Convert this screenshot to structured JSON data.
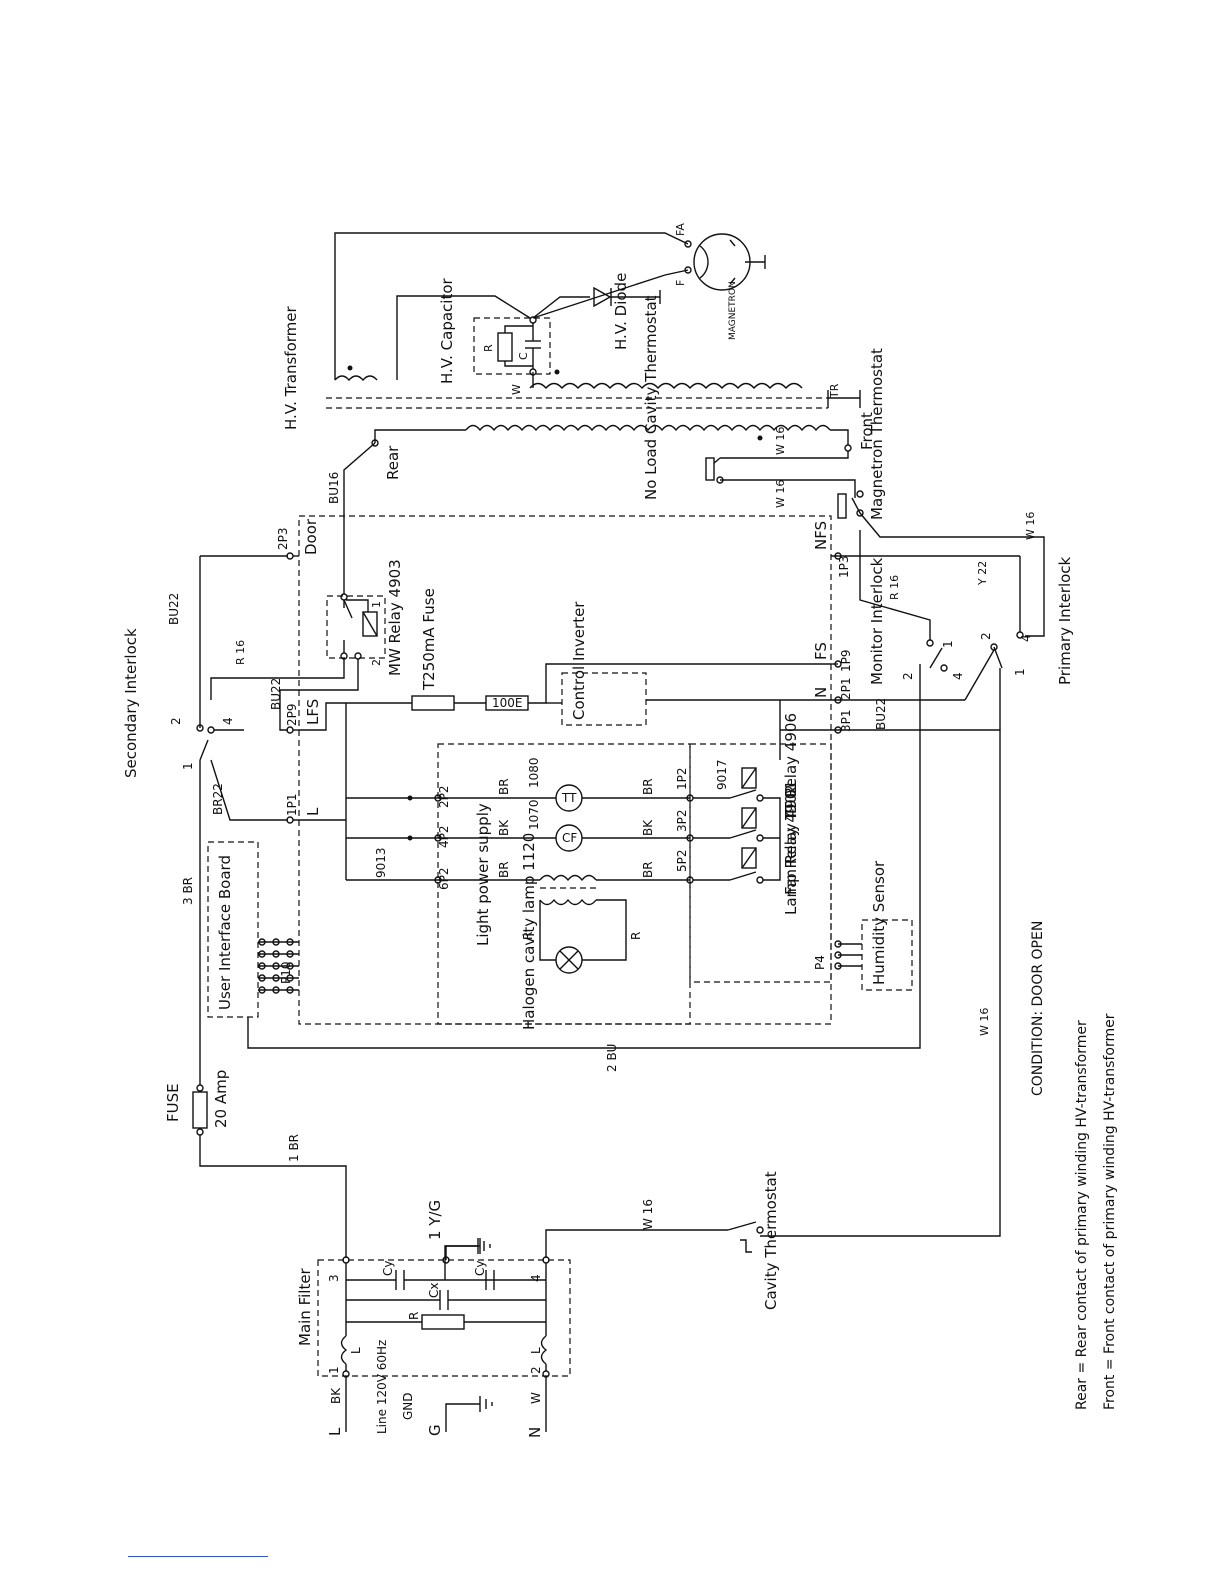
{
  "labels": {
    "hv_transformer": "H.V. Transformer",
    "hv_capacitor": "H.V. Capacitor",
    "hv_diode": "H.V. Diode",
    "magnetron": "MAGNETRON",
    "fa": "FA",
    "f": "F",
    "r": "R",
    "c": "C",
    "w": "W",
    "tr": "TR",
    "rear": "Rear",
    "front": "Front",
    "no_load_thermostat": "No Load Cavity Thermostat",
    "magnetron_thermostat": "Magnetron Thermostat",
    "w16": "W 16",
    "bu16": "BU16",
    "door": "Door",
    "p2p3": "2P3",
    "nfs": "NFS",
    "p1p3": "1P3",
    "bu22": "BU22",
    "r16": "R 16",
    "y22": "Y 22",
    "mw_relay": "MW Relay 4903",
    "fuse_t250": "T250mA Fuse",
    "r100e": "100E",
    "control_inverter": "Control Inverter",
    "fs": "FS",
    "p1p9": "1P9",
    "n": "N",
    "p2p1": "2P1",
    "p3p1": "3P1",
    "monitor_interlock": "Monitor Interlock",
    "primary_interlock": "Primary Interlock",
    "secondary_interlock": "Secondary Interlock",
    "lfs": "LFS",
    "p2p9": "2P9",
    "l": "L",
    "p1p1": "1P1",
    "br22": "BR22",
    "p2p2": "2P2",
    "p4p2": "4P2",
    "p6p2": "6P2",
    "br": "BR",
    "bk": "BK",
    "n1080": "1080",
    "n1070": "1070",
    "n9013": "9013",
    "n9017": "9017",
    "tt": "TT",
    "cf": "CF",
    "p1p2": "1P2",
    "p3p2": "3P2",
    "p5p2": "5P2",
    "tt_relay": "TT Relay 4906",
    "fan_relay": "Fan Relay 4901",
    "lamp_relay": "Lamp Relay 4902",
    "light_power_supply": "Light power supply",
    "halogen_lamp": "Halogen cavity lamp 1120",
    "user_interface_board": "User Interface Board",
    "p10": "P10",
    "p4": "P4",
    "humidity_sensor": "Humidity Sensor",
    "br3": "3 BR",
    "bu2": "2 BU",
    "fuse": "FUSE",
    "amp20": "20 Amp",
    "br1": "1 BR",
    "main_filter": "Main Filter",
    "cy": "Cy",
    "cx": "Cx",
    "yg1": "1 Y/G",
    "cavity_thermostat": "Cavity Thermostat",
    "line": "Line 120V 60Hz",
    "gnd": "GND",
    "g": "G",
    "bk_short": "BK",
    "n1": "1",
    "n2": "2",
    "n3": "3",
    "n4": "4"
  },
  "condition": "CONDITION: DOOR OPEN",
  "notes": [
    "Rear = Rear contact of primary winding HV-transformer",
    "Front = Front contact of primary winding HV-transformer"
  ]
}
